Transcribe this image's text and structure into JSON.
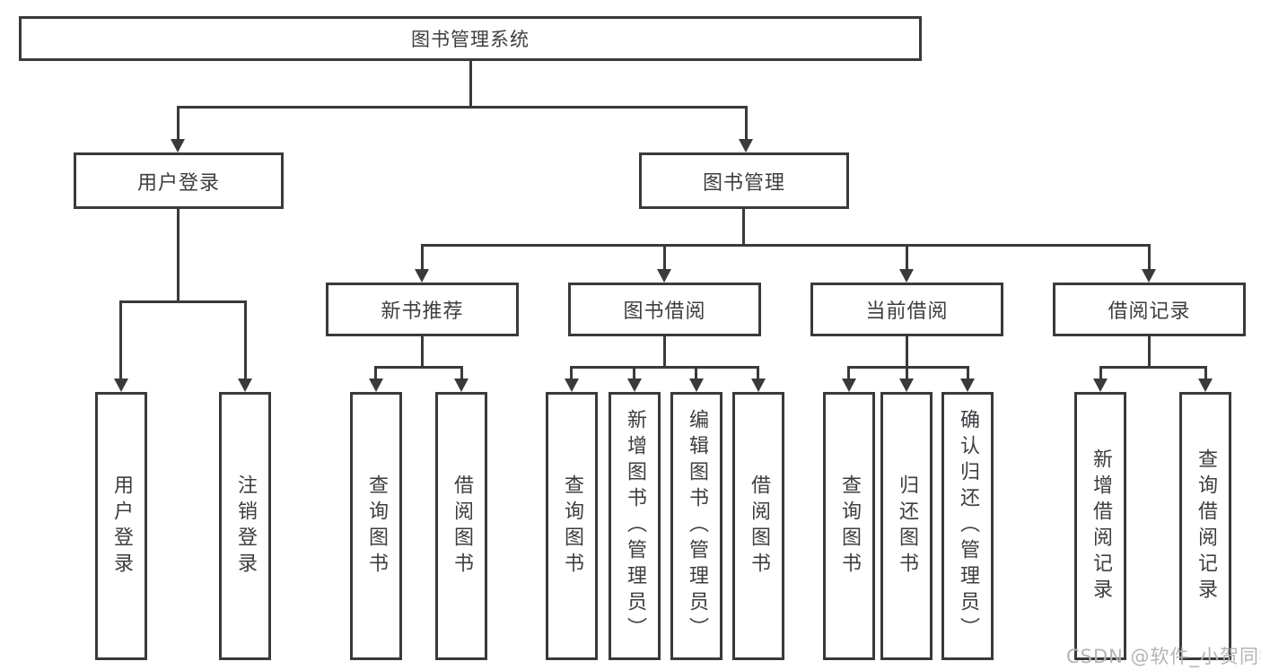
{
  "diagram": {
    "root": {
      "label": "图书管理系统"
    },
    "level2": [
      {
        "id": "user-login",
        "label": "用户登录"
      },
      {
        "id": "book-management",
        "label": "图书管理"
      }
    ],
    "level3": [
      {
        "id": "new-book-recommend",
        "label": "新书推荐",
        "parent": "图书管理"
      },
      {
        "id": "book-borrow",
        "label": "图书借阅",
        "parent": "图书管理"
      },
      {
        "id": "current-borrow",
        "label": "当前借阅",
        "parent": "图书管理"
      },
      {
        "id": "borrow-records",
        "label": "借阅记录",
        "parent": "图书管理"
      }
    ],
    "leaves": [
      {
        "label": "用户登录",
        "parent": "用户登录"
      },
      {
        "label": "注销登录",
        "parent": "用户登录"
      },
      {
        "label": "查询图书",
        "parent": "新书推荐"
      },
      {
        "label": "借阅图书",
        "parent": "新书推荐"
      },
      {
        "label": "查询图书",
        "parent": "图书借阅"
      },
      {
        "label": "新增图书（管理员）",
        "parent": "图书借阅"
      },
      {
        "label": "编辑图书（管理员）",
        "parent": "图书借阅"
      },
      {
        "label": "借阅图书",
        "parent": "图书借阅"
      },
      {
        "label": "查询图书",
        "parent": "当前借阅"
      },
      {
        "label": "归还图书",
        "parent": "当前借阅"
      },
      {
        "label": "确认归还（管理员）",
        "parent": "当前借阅"
      },
      {
        "label": "新增借阅记录",
        "parent": "借阅记录"
      },
      {
        "label": "查询借阅记录",
        "parent": "借阅记录"
      }
    ]
  },
  "watermark": "CSDN @软件_小贺同学",
  "colors": {
    "line": "#3a3a3a",
    "text": "#3d3d42",
    "watermark": "#b4b4b4",
    "background": "#ffffff"
  }
}
